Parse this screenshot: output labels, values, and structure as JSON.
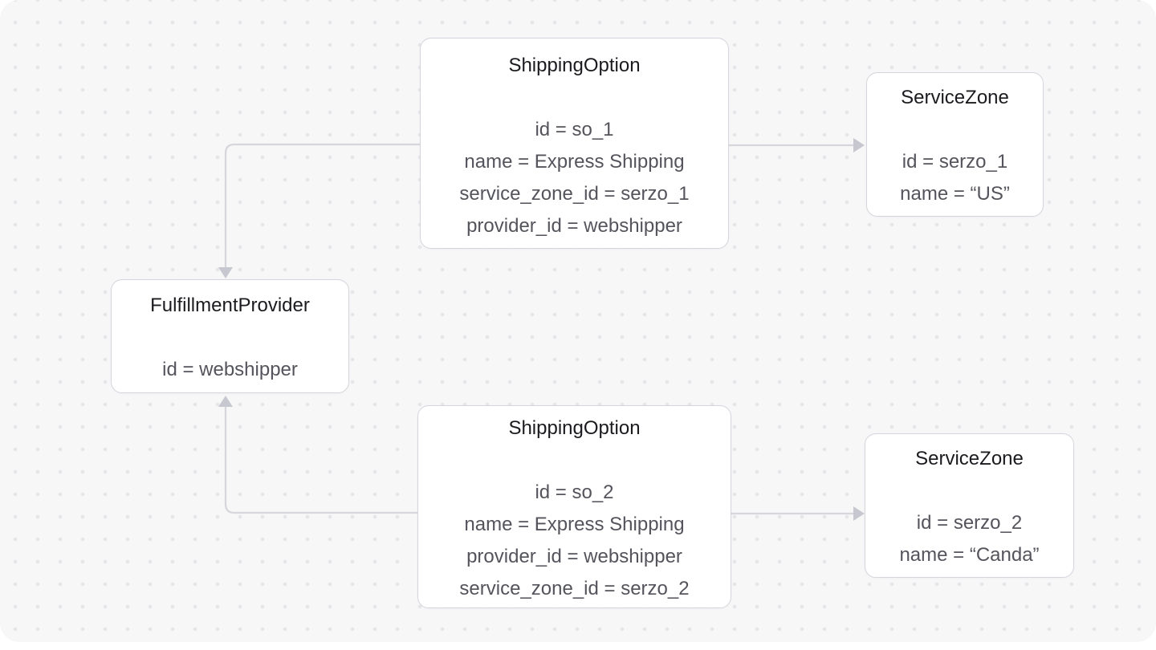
{
  "diagram": {
    "type": "entity-relationship",
    "canvas_background": "#f7f7f8",
    "dot_color": "#e6e6e9",
    "edge_line_color": "#d6d6dc",
    "arrowhead_color": "#c7c7cf",
    "node_border_color": "#d5d5dc",
    "title_color": "#1b1b1f",
    "field_color": "#54545c"
  },
  "nodes": [
    {
      "id": "shipping-option-1",
      "title": "ShippingOption",
      "fields": [
        "id = so_1",
        "name = Express Shipping",
        "service_zone_id = serzo_1",
        "provider_id = webshipper"
      ]
    },
    {
      "id": "service-zone-1",
      "title": "ServiceZone",
      "fields": [
        "id = serzo_1",
        "name = “US”"
      ]
    },
    {
      "id": "fulfillment-provider",
      "title": "FulfillmentProvider",
      "fields": [
        "id = webshipper"
      ]
    },
    {
      "id": "shipping-option-2",
      "title": "ShippingOption",
      "fields": [
        "id = so_2",
        "name = Express Shipping",
        "provider_id = webshipper",
        "service_zone_id = serzo_2"
      ]
    },
    {
      "id": "service-zone-2",
      "title": "ServiceZone",
      "fields": [
        "id = serzo_2",
        "name = “Canda”"
      ]
    }
  ],
  "edges": [
    {
      "from": "shipping-option-1",
      "to": "fulfillment-provider",
      "direction": "left-then-down"
    },
    {
      "from": "shipping-option-1",
      "to": "service-zone-1",
      "direction": "right"
    },
    {
      "from": "shipping-option-2",
      "to": "fulfillment-provider",
      "direction": "left-then-up"
    },
    {
      "from": "shipping-option-2",
      "to": "service-zone-2",
      "direction": "right"
    }
  ]
}
